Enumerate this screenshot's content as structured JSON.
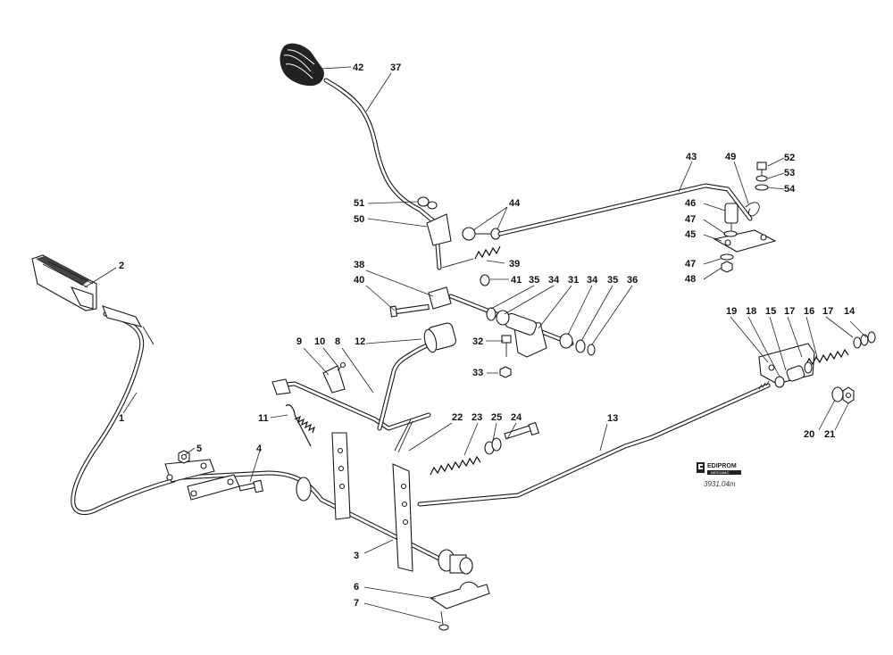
{
  "diagram": {
    "callouts": [
      {
        "id": "c1",
        "text": "1"
      },
      {
        "id": "c2",
        "text": "2"
      },
      {
        "id": "c3",
        "text": "3"
      },
      {
        "id": "c4",
        "text": "4"
      },
      {
        "id": "c5",
        "text": "5"
      },
      {
        "id": "c6",
        "text": "6"
      },
      {
        "id": "c7",
        "text": "7"
      },
      {
        "id": "c8",
        "text": "8"
      },
      {
        "id": "c9",
        "text": "9"
      },
      {
        "id": "c10",
        "text": "10"
      },
      {
        "id": "c11",
        "text": "11"
      },
      {
        "id": "c12",
        "text": "12"
      },
      {
        "id": "c13",
        "text": "13"
      },
      {
        "id": "c14",
        "text": "14"
      },
      {
        "id": "c15",
        "text": "15"
      },
      {
        "id": "c16",
        "text": "16"
      },
      {
        "id": "c17a",
        "text": "17"
      },
      {
        "id": "c17b",
        "text": "17"
      },
      {
        "id": "c18",
        "text": "18"
      },
      {
        "id": "c19",
        "text": "19"
      },
      {
        "id": "c20",
        "text": "20"
      },
      {
        "id": "c21",
        "text": "21"
      },
      {
        "id": "c22",
        "text": "22"
      },
      {
        "id": "c23",
        "text": "23"
      },
      {
        "id": "c24",
        "text": "24"
      },
      {
        "id": "c25",
        "text": "25"
      },
      {
        "id": "c31",
        "text": "31"
      },
      {
        "id": "c32",
        "text": "32"
      },
      {
        "id": "c33",
        "text": "33"
      },
      {
        "id": "c34a",
        "text": "34"
      },
      {
        "id": "c34b",
        "text": "34"
      },
      {
        "id": "c35a",
        "text": "35"
      },
      {
        "id": "c35b",
        "text": "35"
      },
      {
        "id": "c36",
        "text": "36"
      },
      {
        "id": "c37",
        "text": "37"
      },
      {
        "id": "c38",
        "text": "38"
      },
      {
        "id": "c39",
        "text": "39"
      },
      {
        "id": "c40",
        "text": "40"
      },
      {
        "id": "c41",
        "text": "41"
      },
      {
        "id": "c42",
        "text": "42"
      },
      {
        "id": "c43",
        "text": "43"
      },
      {
        "id": "c44",
        "text": "44"
      },
      {
        "id": "c45",
        "text": "45"
      },
      {
        "id": "c46",
        "text": "46"
      },
      {
        "id": "c47a",
        "text": "47"
      },
      {
        "id": "c47b",
        "text": "47"
      },
      {
        "id": "c48",
        "text": "48"
      },
      {
        "id": "c49",
        "text": "49"
      },
      {
        "id": "c50",
        "text": "50"
      },
      {
        "id": "c51",
        "text": "51"
      },
      {
        "id": "c52",
        "text": "52"
      },
      {
        "id": "c53",
        "text": "53"
      },
      {
        "id": "c54",
        "text": "54"
      }
    ],
    "logo": {
      "brand": "EDIPROM",
      "subtitle": "BERGAMO"
    },
    "drawing_code": "3931.04m"
  }
}
